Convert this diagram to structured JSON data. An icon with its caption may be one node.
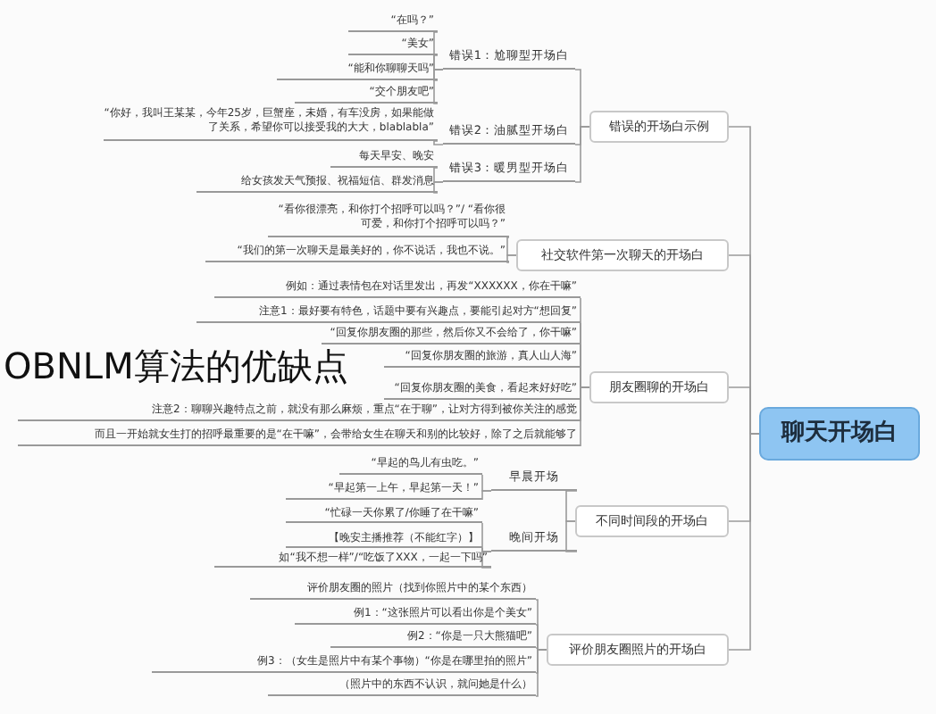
{
  "diagram": {
    "title": "OBNLM算法的优缺点",
    "nodes": [
      {
        "text": [
          "聊天开场白"
        ]
      },
      {
        "text": [
          "错误的开场白示例"
        ]
      },
      {
        "text": [
          "错误1：尬聊型开场白"
        ]
      },
      {
        "text": [
          "“在吗？”"
        ]
      },
      {
        "text": [
          "“美女”"
        ]
      },
      {
        "text": [
          "“能和你聊聊天吗”"
        ]
      },
      {
        "text": [
          "“交个朋友吧”"
        ]
      },
      {
        "text": [
          "错误2：油腻型开场白"
        ]
      },
      {
        "text": [
          "“你好，我叫王某某，今年25岁，巨蟹座，未婚，有车没房，如果能做了关系，希望你可以接受我的大大，blablabla”"
        ]
      },
      {
        "text": [
          "错误3：暖男型开场白"
        ]
      },
      {
        "text": [
          "每天早安、晚安"
        ]
      },
      {
        "text": [
          "给女孩发天气预报、祝福短信、群发消息"
        ]
      },
      {
        "text": [
          "社交软件第一次聊天的开场白"
        ]
      },
      {
        "text": [
          "“看你很漂亮，和你打个招呼可以吗？”/ “看你很可爱，和你打个招呼可以吗？”"
        ]
      },
      {
        "text": [
          "“我们的第一次聊天是最美好的，你不说话，我也不说。”"
        ]
      },
      {
        "text": [
          "朋友圈聊的开场白"
        ]
      },
      {
        "text": [
          "例如：通过表情包在对话里发出，再发“XXXXXX，你在干嘛”"
        ]
      },
      {
        "text": [
          "注意1：最好要有特色，话题中要有兴趣点，要能引起对方“想回复”"
        ]
      },
      {
        "text": [
          "“回复你朋友圈的那些，然后你又不会给了，你干嘛”"
        ]
      },
      {
        "text": [
          "“回复你朋友圈的旅游，真人山人海”"
        ]
      },
      {
        "text": [
          "“回复你朋友圈的美食，看起来好好吃”"
        ]
      },
      {
        "text": [
          "注意2：聊聊兴趣特点之前，就没有那么麻烦，重点“在于聊”，让对方得到被你关注的感觉"
        ]
      },
      {
        "text": [
          "而且一开始就女生打的招呼最重要的是“在干嘛”，会带给女生在聊天和别的比较好，除了之后就能够了"
        ]
      },
      {
        "text": [
          "不同时间段的开场白"
        ]
      },
      {
        "text": [
          "早晨开场"
        ]
      },
      {
        "text": [
          "“早起的鸟儿有虫吃。”"
        ]
      },
      {
        "text": [
          "“早起第一上午，早起第一天！”"
        ]
      },
      {
        "text": [
          "晚间开场"
        ]
      },
      {
        "text": [
          "“忙碌一天你累了/你睡了在干嘛”"
        ]
      },
      {
        "text": [
          "【晚安主播推荐（不能红字）】"
        ]
      },
      {
        "text": [
          "如“我不想一样”/“吃饭了XXX，一起一下吗”"
        ]
      },
      {
        "text": [
          "评价朋友圈照片的开场白"
        ]
      },
      {
        "text": [
          "评价朋友圈的照片（找到你照片中的某个东西）"
        ]
      },
      {
        "text": [
          "例1：“这张照片可以看出你是个美女”"
        ]
      },
      {
        "text": [
          "例2：“你是一只大熊猫吧”"
        ]
      },
      {
        "text": [
          "例3：（女生是照片中有某个事物）“你是在哪里拍的照片”"
        ]
      },
      {
        "text": [
          "（照片中的东西不认识，就问她是什么）"
        ]
      }
    ],
    "edges": [
      {
        "from": 0,
        "to": 1,
        "arrow": "none"
      },
      {
        "from": 1,
        "to": 2,
        "arrow": "none"
      },
      {
        "from": 2,
        "to": 3,
        "arrow": "none"
      },
      {
        "from": 2,
        "to": 4,
        "arrow": "none"
      },
      {
        "from": 2,
        "to": 5,
        "arrow": "none"
      },
      {
        "from": 2,
        "to": 6,
        "arrow": "none"
      },
      {
        "from": 1,
        "to": 7,
        "arrow": "none"
      },
      {
        "from": 7,
        "to": 8,
        "arrow": "none"
      },
      {
        "from": 1,
        "to": 9,
        "arrow": "none"
      },
      {
        "from": 9,
        "to": 10,
        "arrow": "none"
      },
      {
        "from": 9,
        "to": 11,
        "arrow": "none"
      },
      {
        "from": 0,
        "to": 12,
        "arrow": "none"
      },
      {
        "from": 12,
        "to": 13,
        "arrow": "none"
      },
      {
        "from": 12,
        "to": 14,
        "arrow": "none"
      },
      {
        "from": 0,
        "to": 15,
        "arrow": "none"
      },
      {
        "from": 15,
        "to": 16,
        "arrow": "none"
      },
      {
        "from": 15,
        "to": 17,
        "arrow": "none"
      },
      {
        "from": 15,
        "to": 18,
        "arrow": "none"
      },
      {
        "from": 15,
        "to": 19,
        "arrow": "none"
      },
      {
        "from": 15,
        "to": 20,
        "arrow": "none"
      },
      {
        "from": 15,
        "to": 21,
        "arrow": "none"
      },
      {
        "from": 15,
        "to": 22,
        "arrow": "none"
      },
      {
        "from": 0,
        "to": 23,
        "arrow": "none"
      },
      {
        "from": 23,
        "to": 24,
        "arrow": "none"
      },
      {
        "from": 24,
        "to": 25,
        "arrow": "none"
      },
      {
        "from": 24,
        "to": 26,
        "arrow": "none"
      },
      {
        "from": 23,
        "to": 27,
        "arrow": "none"
      },
      {
        "from": 27,
        "to": 28,
        "arrow": "none"
      },
      {
        "from": 27,
        "to": 29,
        "arrow": "none"
      },
      {
        "from": 27,
        "to": 30,
        "arrow": "none"
      },
      {
        "from": 0,
        "to": 31,
        "arrow": "none"
      },
      {
        "from": 31,
        "to": 32,
        "arrow": "none"
      },
      {
        "from": 31,
        "to": 33,
        "arrow": "none"
      },
      {
        "from": 31,
        "to": 34,
        "arrow": "none"
      },
      {
        "from": 31,
        "to": 35,
        "arrow": "none"
      },
      {
        "from": 31,
        "to": 36,
        "arrow": "none"
      }
    ]
  }
}
